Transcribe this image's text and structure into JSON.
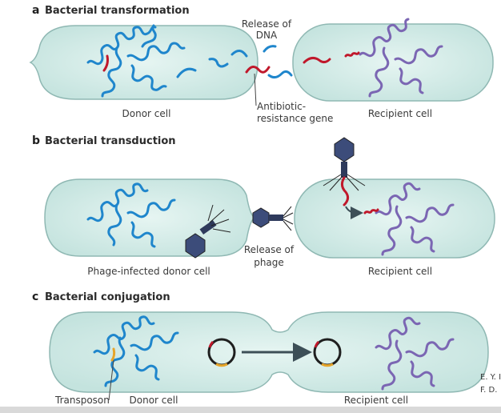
{
  "sections": {
    "a": {
      "letter": "a",
      "title": "Bacterial transformation",
      "release_line1": "Release of",
      "release_line2": "DNA",
      "donor_label": "Donor cell",
      "gene_line1": "Antibiotic-",
      "gene_line2": "resistance gene",
      "recipient_label": "Recipient cell"
    },
    "b": {
      "letter": "b",
      "title": "Bacterial transduction",
      "donor_label": "Phage-infected donor cell",
      "release_line1": "Release of",
      "release_line2": "phage",
      "recipient_label": "Recipient cell"
    },
    "c": {
      "letter": "c",
      "title": "Bacterial conjugation",
      "transposon_label": "Transposon",
      "donor_label": "Donor cell",
      "recipient_label": "Recipient cell"
    }
  },
  "credit": {
    "line1": "E. Y. I",
    "line2": "F. D."
  },
  "colors": {
    "cell_fill": "#d3ece8",
    "cell_stroke": "#8fb8b3",
    "donor_dna": "#1f86cc",
    "recipient_dna": "#7b66b3",
    "resistance_gene": "#c0182b",
    "transposon": "#e6a52a",
    "phage": "#3c4c7a",
    "arrow": "#3d4f57"
  }
}
